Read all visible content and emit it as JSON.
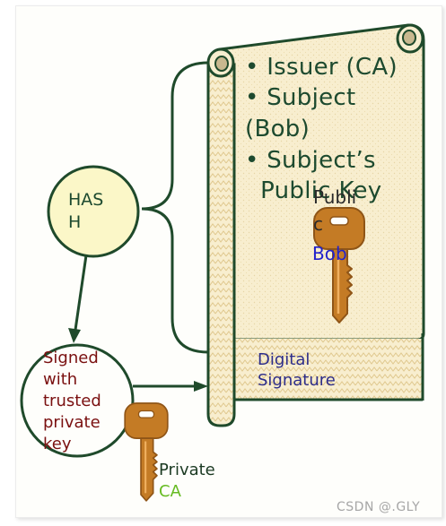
{
  "certificate": {
    "bullets": [
      "• Issuer (CA)",
      "• Subject",
      "(Bob)",
      "• Subject’s",
      "  Public Key"
    ],
    "public_key_label": [
      "Publi",
      "c"
    ],
    "public_key_owner": "Bob",
    "signature_label": [
      "Digital",
      "Signature"
    ]
  },
  "hash_node": {
    "label": [
      "HAS",
      "H"
    ]
  },
  "signed_node": {
    "label": [
      "Signed",
      "with",
      "trusted",
      "private",
      "key"
    ]
  },
  "private_key": {
    "label": "Private",
    "owner": "CA"
  },
  "watermark": "CSDN @.GLY",
  "colors": {
    "scroll_fill": "#f8eecf",
    "scroll_outline": "#1f4a2b",
    "hash_fill": "#fbf7c8",
    "key_gold": "#c47b25",
    "bob_blue": "#2222cc",
    "ca_green": "#66bb22",
    "signed_text": "#7a1010"
  },
  "icons": [
    "scroll-icon",
    "public-key-icon",
    "private-key-icon",
    "brace-icon",
    "arrow-icon"
  ]
}
